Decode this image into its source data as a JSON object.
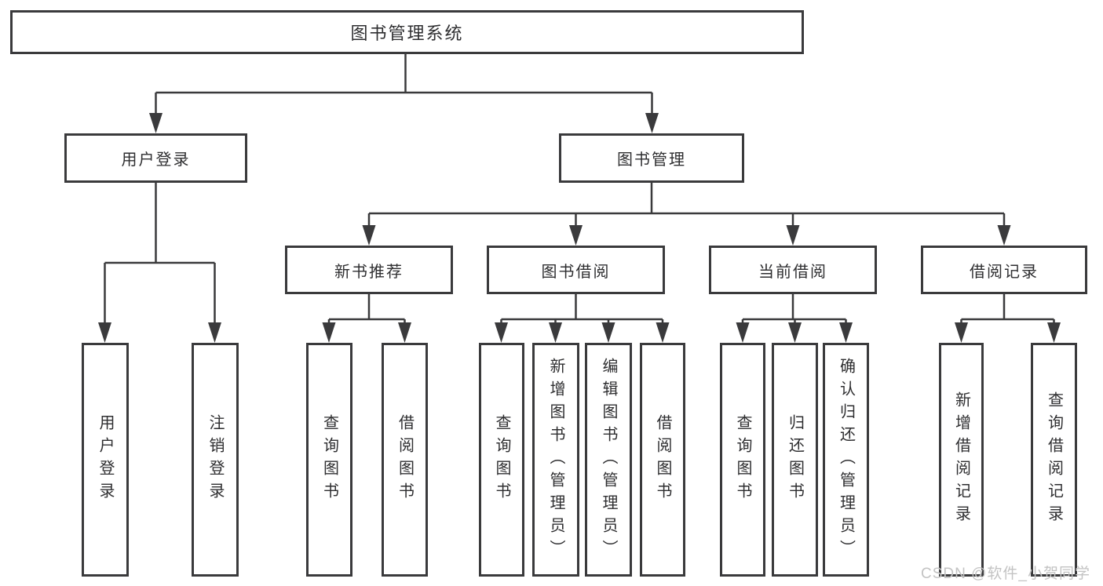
{
  "tree": {
    "root": {
      "label": "图书管理系统",
      "children": [
        {
          "label": "用户登录",
          "children": [
            {
              "label": "用户登录"
            },
            {
              "label": "注销登录"
            }
          ]
        },
        {
          "label": "图书管理",
          "children": [
            {
              "label": "新书推荐",
              "children": [
                {
                  "label": "查询图书"
                },
                {
                  "label": "借阅图书"
                }
              ]
            },
            {
              "label": "图书借阅",
              "children": [
                {
                  "label": "查询图书"
                },
                {
                  "label": "新增图书（管理员）"
                },
                {
                  "label": "编辑图书（管理员）"
                },
                {
                  "label": "借阅图书"
                }
              ]
            },
            {
              "label": "当前借阅",
              "children": [
                {
                  "label": "查询图书"
                },
                {
                  "label": "归还图书"
                },
                {
                  "label": "确认归还（管理员）"
                }
              ]
            },
            {
              "label": "借阅记录",
              "children": [
                {
                  "label": "新增借阅记录"
                },
                {
                  "label": "查询借阅记录"
                }
              ]
            }
          ]
        }
      ]
    }
  },
  "watermark": {
    "text": "CSDN @软件_小贺同学"
  },
  "colors": {
    "line": "#3a3a3c",
    "box_border": "#3a3a3c",
    "text": "#2e2e30",
    "watermark": "#c3c3c3",
    "background": "#ffffff"
  }
}
